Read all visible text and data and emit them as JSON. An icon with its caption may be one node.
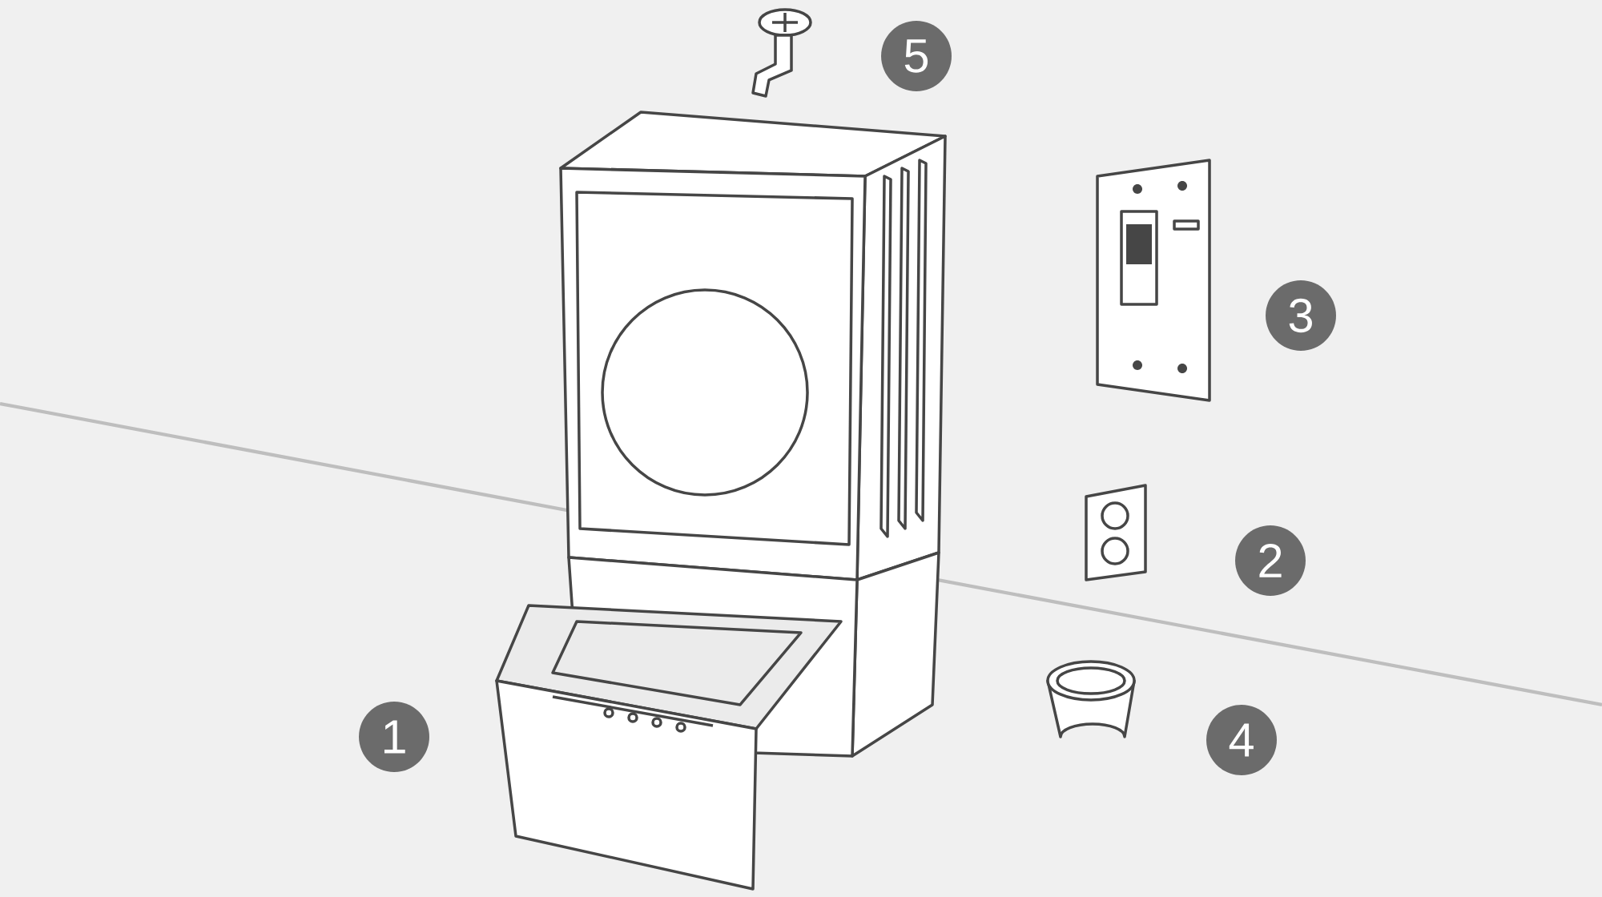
{
  "diagram": {
    "labels": [
      "5",
      "3",
      "2",
      "1",
      "4"
    ]
  }
}
